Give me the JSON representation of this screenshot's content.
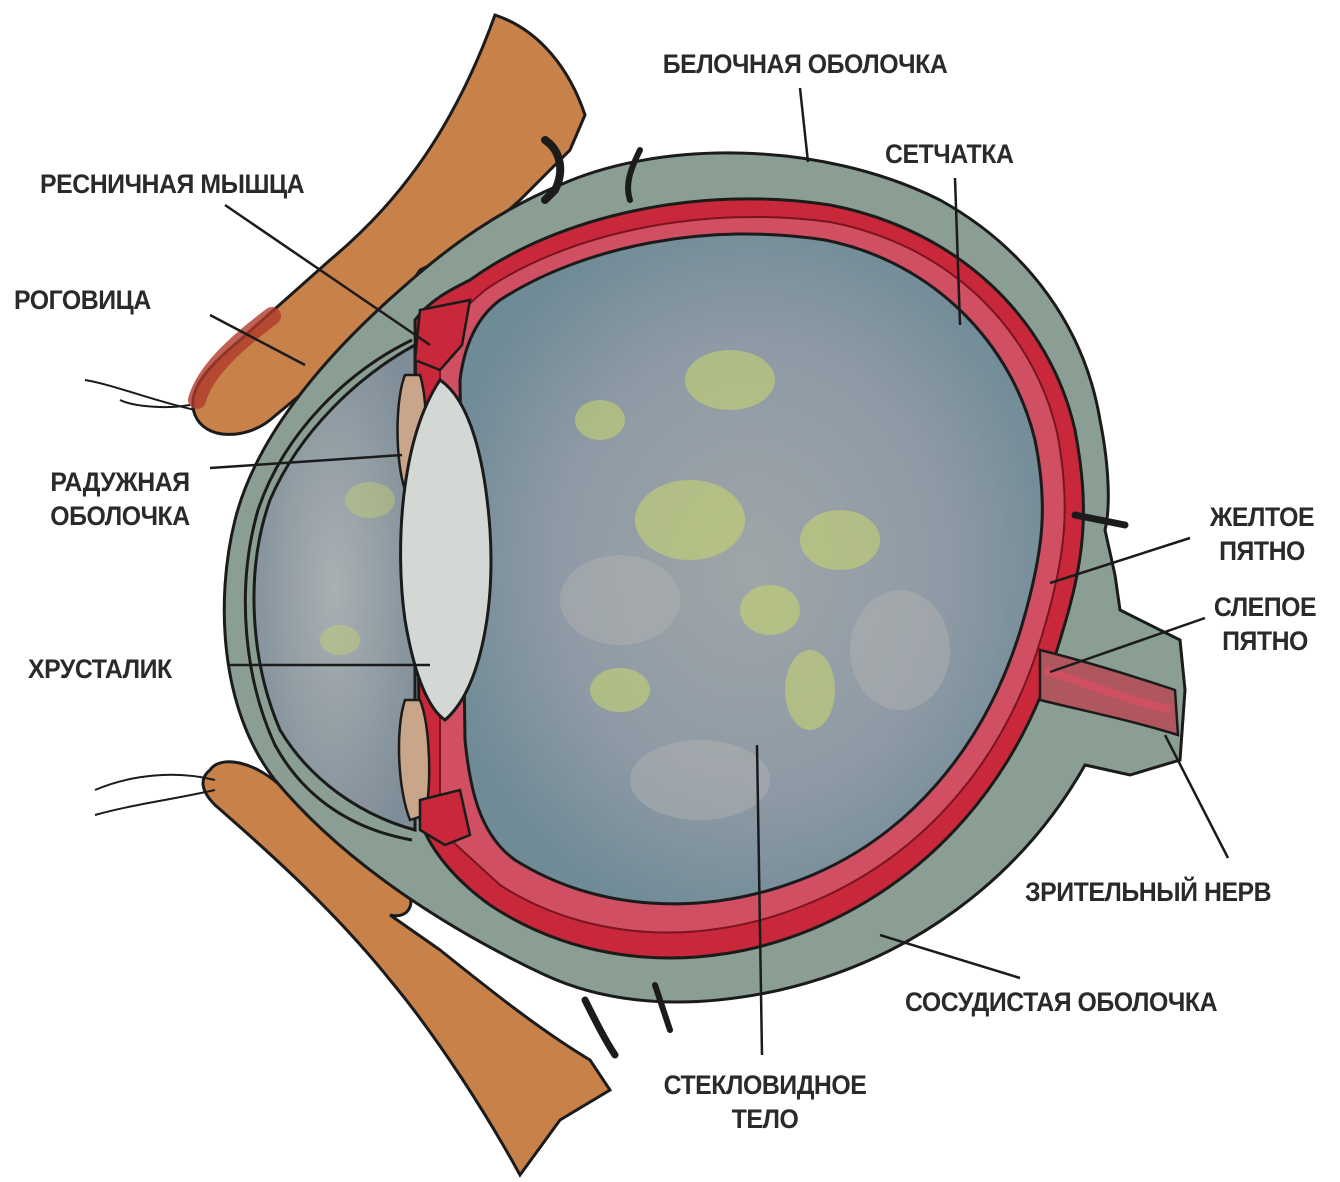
{
  "colors": {
    "eyelid": "#c9814a",
    "eyelid_outline": "#1b1b1b",
    "sclera": "#8b9e94",
    "choroid": "#c8283a",
    "retina": "#d04f62",
    "vitreous": "#8d9aa8",
    "vitreous_highlight": "#c9d86a",
    "lens": "#d4d8d4",
    "label_text": "#2a2a2a"
  },
  "labels": {
    "sclera": "БЕЛОЧНАЯ ОБОЛОЧКА",
    "retina": "СЕТЧАТКА",
    "ciliary_muscle": "РЕСНИЧНАЯ МЫШЦА",
    "cornea": "РОГОВИЦА",
    "iris_line1": "РАДУЖНАЯ",
    "iris_line2": "ОБОЛОЧКА",
    "macula_line1": "ЖЕЛТОЕ",
    "macula_line2": "ПЯТНО",
    "blind_spot_line1": "СЛЕПОЕ",
    "blind_spot_line2": "ПЯТНО",
    "lens": "ХРУСТАЛИК",
    "optic_nerve": "ЗРИТЕЛЬНЫЙ НЕРВ",
    "choroid": "СОСУДИСТАЯ ОБОЛОЧКА",
    "vitreous_line1": "СТЕКЛОВИДНОЕ",
    "vitreous_line2": "ТЕЛО"
  }
}
